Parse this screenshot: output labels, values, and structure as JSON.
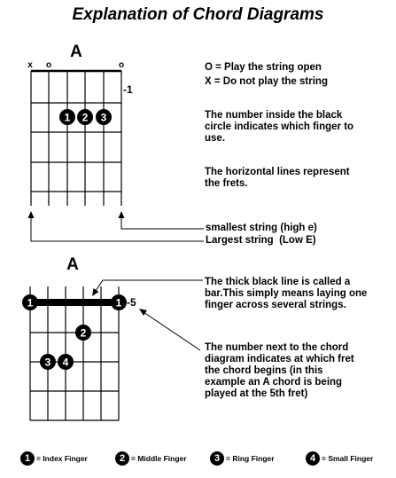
{
  "title": "Explanation of Chord Diagrams",
  "chord1": {
    "name": "A",
    "string_markers": [
      "x",
      "o",
      "",
      "",
      "",
      "o"
    ],
    "fret_label": "-1",
    "fingers": [
      "1",
      "2",
      "3"
    ]
  },
  "chord2": {
    "name": "A",
    "fret_label": "-5",
    "fingers": [
      "1",
      "1",
      "2",
      "3",
      "4"
    ]
  },
  "explanations": {
    "open": "O = Play the string open",
    "mute": "X = Do not play the string",
    "finger": "The number inside the black circle indicates which finger to use.",
    "frets": "The horizontal lines represent the frets.",
    "smallest_string": "smallest string (high e)",
    "largest_string": "Largest string  (Low E)",
    "bar": "The thick black line is called a bar.This simply means laying one finger across several strings.",
    "fret_number": "The number next to the chord diagram indicates at which fret the chord begins (in this example an A chord is being played at the 5th fret)"
  },
  "legend": [
    {
      "num": "1",
      "label": "= Index Finger"
    },
    {
      "num": "2",
      "label": "= Middle Finger"
    },
    {
      "num": "3",
      "label": "= Ring Finger"
    },
    {
      "num": "4",
      "label": "= Small Finger"
    }
  ]
}
